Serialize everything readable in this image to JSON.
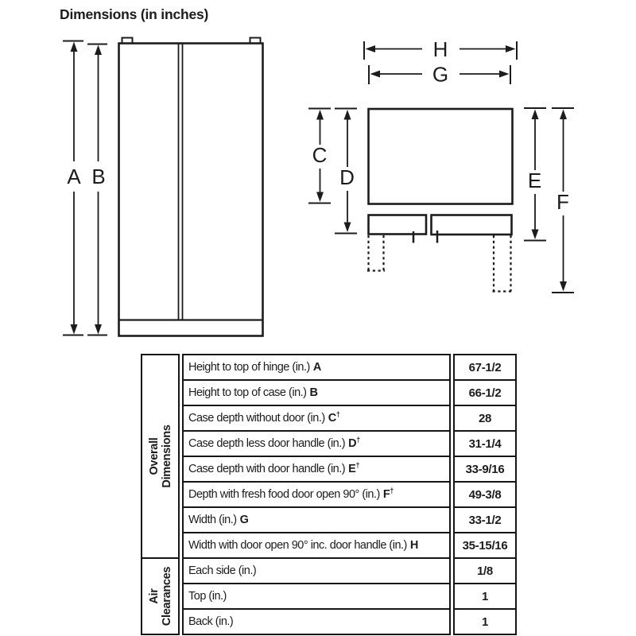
{
  "title": "Dimensions (in inches)",
  "diagram": {
    "front_view": {
      "labels": {
        "a": "A",
        "b": "B"
      }
    },
    "top_view": {
      "labels": {
        "c": "C",
        "d": "D",
        "e": "E",
        "f": "F",
        "g": "G",
        "h": "H"
      }
    }
  },
  "table": {
    "groups": [
      {
        "line1": "Overall",
        "line2": "Dimensions"
      },
      {
        "line1": "Air",
        "line2": "Clearances"
      }
    ],
    "rows": [
      {
        "label": "Height to top of hinge (in.)",
        "key": "A",
        "dagger": "",
        "value": "67-1/2"
      },
      {
        "label": "Height to top of case (in.)",
        "key": "B",
        "dagger": "",
        "value": "66-1/2"
      },
      {
        "label": "Case depth without door (in.)",
        "key": "C",
        "dagger": "†",
        "value": "28"
      },
      {
        "label": "Case depth less door handle (in.)",
        "key": "D",
        "dagger": "†",
        "value": "31-1/4"
      },
      {
        "label": "Case depth with door handle (in.)",
        "key": "E",
        "dagger": "†",
        "value": "33-9/16"
      },
      {
        "label": "Depth with fresh food door open 90° (in.)",
        "key": "F",
        "dagger": "†",
        "value": "49-3/8"
      },
      {
        "label": "Width (in.)",
        "key": "G",
        "dagger": "",
        "value": "33-1/2"
      },
      {
        "label": "Width with door open 90° inc. door handle (in.)",
        "key": "H",
        "dagger": "",
        "value": "35-15/16"
      },
      {
        "label": "Each side (in.)",
        "key": "",
        "dagger": "",
        "value": "1/8"
      },
      {
        "label": "Top (in.)",
        "key": "",
        "dagger": "",
        "value": "1"
      },
      {
        "label": "Back (in.)",
        "key": "",
        "dagger": "",
        "value": "1"
      }
    ]
  }
}
